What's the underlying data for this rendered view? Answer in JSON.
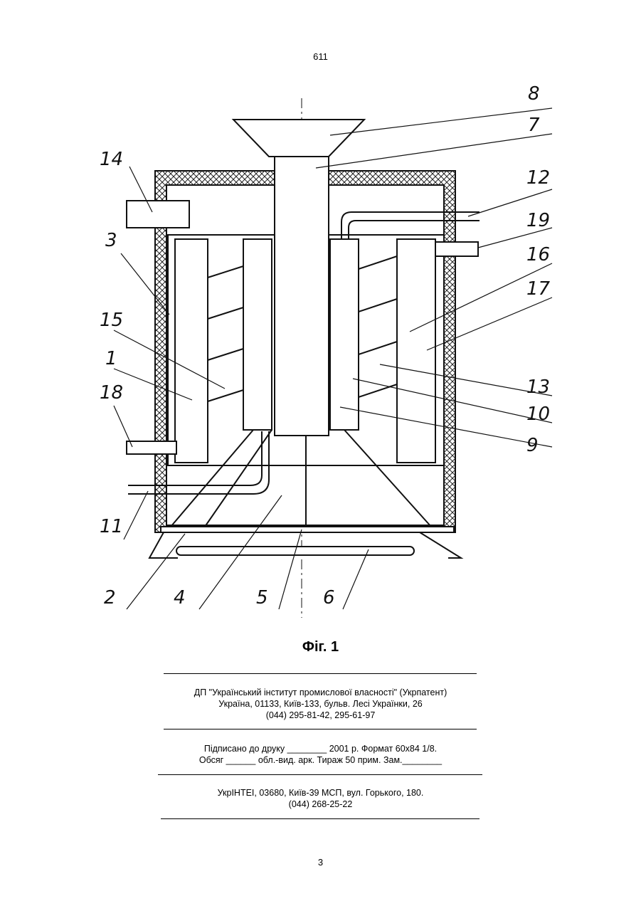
{
  "header": {
    "number": "611"
  },
  "figure": {
    "caption": "Фіг. 1",
    "labels": [
      "1",
      "2",
      "3",
      "4",
      "5",
      "6",
      "7",
      "8",
      "9",
      "10",
      "11",
      "12",
      "13",
      "14",
      "15",
      "16",
      "17",
      "18",
      "19"
    ]
  },
  "imprint": {
    "org_line1": "ДП \"Український інститут промислової власності\" (Укрпатент)",
    "org_line2": "Україна, 01133, Київ-133, бульв. Лесі Українки, 26",
    "org_line3": "(044) 295-81-42, 295-61-97",
    "print_line1": "Підписано до друку ________ 2001 р. Формат 60х84 1/8.",
    "print_line2": "Обсяг ______ обл.-вид. арк. Тираж 50 прим. Зам.________",
    "press_line1": "УкрІНТЕІ, 03680, Київ-39 МСП, вул. Горького, 180.",
    "press_line2": "(044) 268-25-22"
  },
  "footer": {
    "page_number": "3"
  }
}
